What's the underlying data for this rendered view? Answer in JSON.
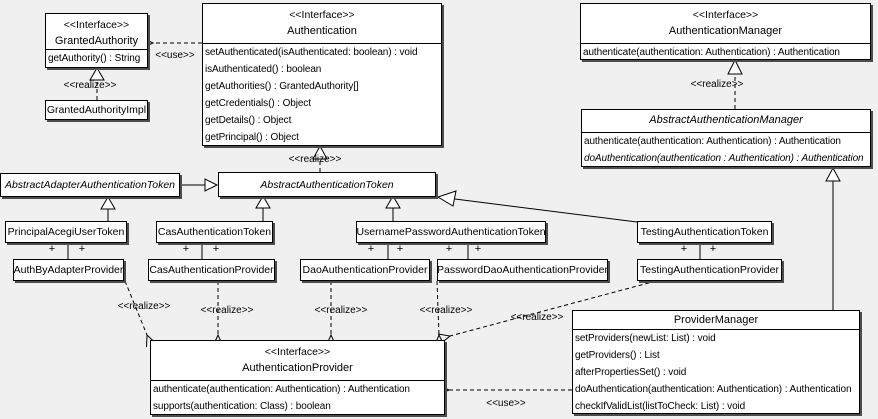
{
  "labels": {
    "use": "&lt;&lt;use&gt;&gt;",
    "realize": "<<realize>>",
    "use_plain": "<<use>>",
    "plus": "+"
  },
  "classes": {
    "granted_authority": {
      "stereotype": "<<Interface>>",
      "name": "GrantedAuthority",
      "methods": [
        "getAuthority() : String"
      ]
    },
    "granted_authority_impl": {
      "name": "GrantedAuthorityImpl"
    },
    "authentication": {
      "stereotype": "<<Interface>>",
      "name": "Authentication",
      "methods": [
        "setAuthenticated(isAuthenticated: boolean) : void",
        "isAuthenticated() : boolean",
        "getAuthorities() : GrantedAuthority[]",
        "getCredentials() : Object",
        "getDetails() : Object",
        "getPrincipal() : Object"
      ]
    },
    "authentication_manager": {
      "stereotype": "<<Interface>>",
      "name": "AuthenticationManager",
      "methods": [
        "authenticate(authentication: Authentication) : Authentication"
      ]
    },
    "abstract_authentication_manager": {
      "name": "AbstractAuthenticationManager",
      "methods": [
        "authenticate(authentication: Authentication) : Authentication",
        "doAuthentication(authentication : Authentication) : Authentication"
      ]
    },
    "abstract_adapter_authentication_token": {
      "name": "AbstractAdapterAuthenticationToken"
    },
    "abstract_authentication_token": {
      "name": "AbstractAuthenticationToken"
    },
    "principal_acegi_user_token": {
      "name": "PrincipalAcegiUserToken"
    },
    "cas_authentication_token": {
      "name": "CasAuthenticationToken"
    },
    "username_password_authentication_token": {
      "name": "UsernamePasswordAuthenticationToken"
    },
    "testing_authentication_token": {
      "name": "TestingAuthenticationToken"
    },
    "auth_by_adapter_provider": {
      "name": "AuthByAdapterProvider"
    },
    "cas_authentication_provider": {
      "name": "CasAuthenticationProvider"
    },
    "dao_authentication_provider": {
      "name": "DaoAuthenticationProvider"
    },
    "password_dao_authentication_provider": {
      "name": "PasswordDaoAuthenticationProvider"
    },
    "testing_authentication_provider": {
      "name": "TestingAuthenticationProvider"
    },
    "provider_manager": {
      "name": "ProviderManager",
      "methods": [
        "setProviders(newList: List) : void",
        "getProviders() : List",
        "afterPropertiesSet() : void",
        "doAuthentication(authentication: Authentication) : Authentication",
        "checkIfValidList(listToCheck: List) : void"
      ]
    },
    "authentication_provider": {
      "stereotype": "<<Interface>>",
      "name": "AuthenticationProvider",
      "methods": [
        "authenticate(authentication: Authentication) : Authentication",
        "supports(authentication: Class) : boolean"
      ]
    }
  }
}
